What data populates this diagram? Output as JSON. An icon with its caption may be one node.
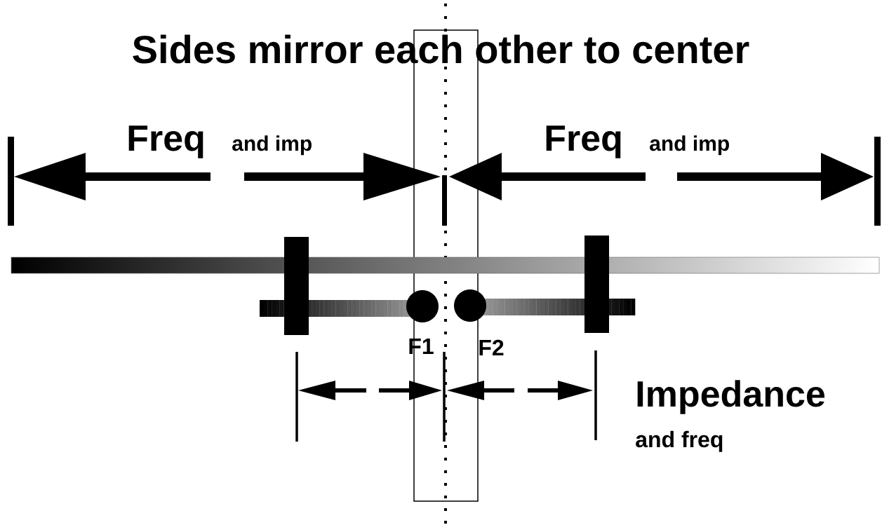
{
  "diagram": {
    "title": "Sides mirror each other to center",
    "labels": [
      "Freq",
      "and imp",
      "Freq",
      "and imp",
      "F1",
      "F2",
      "Impedance",
      "and freq"
    ]
  }
}
